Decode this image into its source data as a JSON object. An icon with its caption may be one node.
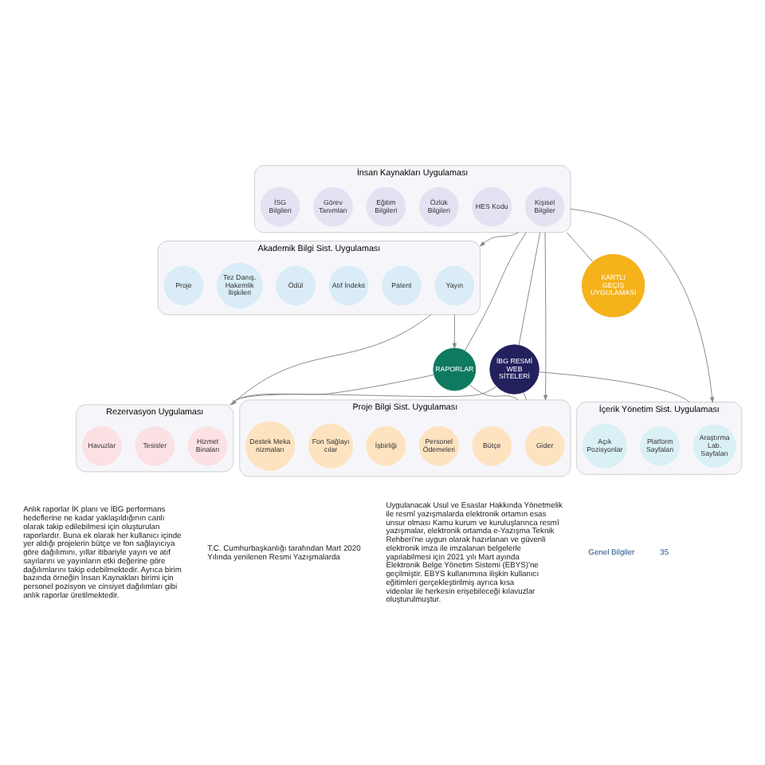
{
  "diagram": {
    "nodes": [
      {
        "text": [
          "Akademik Bilgi Sist. Uygulaması"
        ]
      },
      {
        "text": [
          "Yayın"
        ],
        "in": 0
      },
      {
        "text": [
          "Patent"
        ],
        "in": 0
      },
      {
        "text": [
          "Atıf İndeks"
        ],
        "in": 0
      },
      {
        "text": [
          "Ödül"
        ],
        "in": 0
      },
      {
        "text": [
          "Tez Danış. Hakemlik İlişkileri"
        ],
        "in": 0
      },
      {
        "text": [
          "Proje"
        ],
        "in": 0
      },
      {
        "text": [
          "İnsan Kaynakları Uygulaması"
        ]
      },
      {
        "text": [
          "Kişisel Bilgiler"
        ],
        "in": 7
      },
      {
        "text": [
          "HES Kodu"
        ],
        "in": 7
      },
      {
        "text": [
          "Özlük Bilgileri"
        ],
        "in": 7
      },
      {
        "text": [
          "Eğitim Bilgileri"
        ],
        "in": 7
      },
      {
        "text": [
          "Görev Tanımları"
        ],
        "in": 7
      },
      {
        "text": [
          "İSG Bilgileri"
        ],
        "in": 7
      },
      {
        "text": [
          "RAPORLAR"
        ]
      },
      {
        "text": [
          "KARTLI GEÇİŞ UYGULAMASI"
        ]
      },
      {
        "text": [
          "İBG RESMİ WEB SİTELERİ"
        ]
      },
      {
        "text": [
          "Rezervasyon Uygulaması"
        ]
      },
      {
        "text": [
          "Hizmet Binaları"
        ],
        "in": 17
      },
      {
        "text": [
          "Tesisler"
        ],
        "in": 17
      },
      {
        "text": [
          "Havuzlar"
        ],
        "in": 17
      },
      {
        "text": [
          "İçerik Yönetim Sist. Uygulaması"
        ]
      },
      {
        "text": [
          "Araştırma Lab. Sayfaları"
        ],
        "in": 21
      },
      {
        "text": [
          "Platform Sayfaları"
        ],
        "in": 21
      },
      {
        "text": [
          "Açık Pozisyonlar"
        ],
        "in": 21
      },
      {
        "text": [
          "Proje Bilgi Sist. Uygulaması"
        ]
      },
      {
        "text": [
          "Gider"
        ],
        "in": 25
      },
      {
        "text": [
          "Bütçe"
        ],
        "in": 25
      },
      {
        "text": [
          "Personel Ödemeleri"
        ],
        "in": 25
      },
      {
        "text": [
          "İşbirliği"
        ],
        "in": 25
      },
      {
        "text": [
          "Fon Sağlayıcılar"
        ],
        "in": 25
      },
      {
        "text": [
          "Destek Mekanizmaları"
        ],
        "in": 25
      }
    ],
    "edges": [
      {
        "from": 7,
        "to": 0,
        "arrow": "to"
      },
      {
        "from": 7,
        "to": 21,
        "arrow": "to"
      },
      {
        "from": 0,
        "to": 17,
        "arrow": "to"
      },
      {
        "from": 0,
        "to": 14,
        "arrow": "to"
      },
      {
        "from": 7,
        "to": 25,
        "arrow": "to"
      },
      {
        "from": 7,
        "to": 14,
        "arrow": "none"
      },
      {
        "from": 7,
        "to": 15,
        "arrow": "none"
      },
      {
        "from": 7,
        "to": 16,
        "arrow": "none"
      },
      {
        "from": 14,
        "to": 17,
        "arrow": "none"
      },
      {
        "from": 16,
        "to": 17,
        "arrow": "none"
      },
      {
        "from": 16,
        "to": 21,
        "arrow": "none"
      },
      {
        "from": 14,
        "to": 25,
        "arrow": "none"
      },
      {
        "from": 16,
        "to": 25,
        "arrow": "none"
      }
    ],
    "labels": [
      "Anlık raporlar İK planı ve İBG performans hedeflerine ne kadar yaklaşıldığının canlı olarak takip edilebilmesi için oluşturulan raporlardır. Buna ek olarak her kullanıcı içinde yer aldığı projelerin bütçe ve fon sağlayıcıya göre dağılımını, yıllar itibariyle yayın ve atıf sayılarını ve yayınların etki değerine göre dağılımlarını takip edebilmektedir. Ayrıca birim bazında örneğin İnsan Kaynakları birimi için personel pozisyon ve cinsiyet dağılımları gibi anlık raporlar üretilmektedir.",
      "T.C. Cumhurbaşkanlığı tarafından Mart 2020 Yılında yenilenen Resmi Yazışmalarda",
      "Uygulanacak Usul ve Esaslar Hakkında Yönetmelik ile resmî yazışmalarda elektronik ortamın esas unsur olması Kamu kurum ve kuruluşlarınca resmî yazışmalar, elektronik ortamda e-Yazışma Teknik Rehberi'ne uygun olarak hazırlanan ve güvenli elektronik imza ile imzalanan belgelerle yapılabilmesi için 2021 yılı Mart ayında Elektronik Belge Yönetim Sistemi (EBYS)'ne geçilmiştir. EBYS kullanımına ilişkin kullanıcı eğitimleri gerçekleştirilmiş ayrıca kısa videolar ile herkesin erişebileceği kılavuzlar oluşturulmuştur.",
      "Genel Bilgiler",
      "35"
    ]
  }
}
